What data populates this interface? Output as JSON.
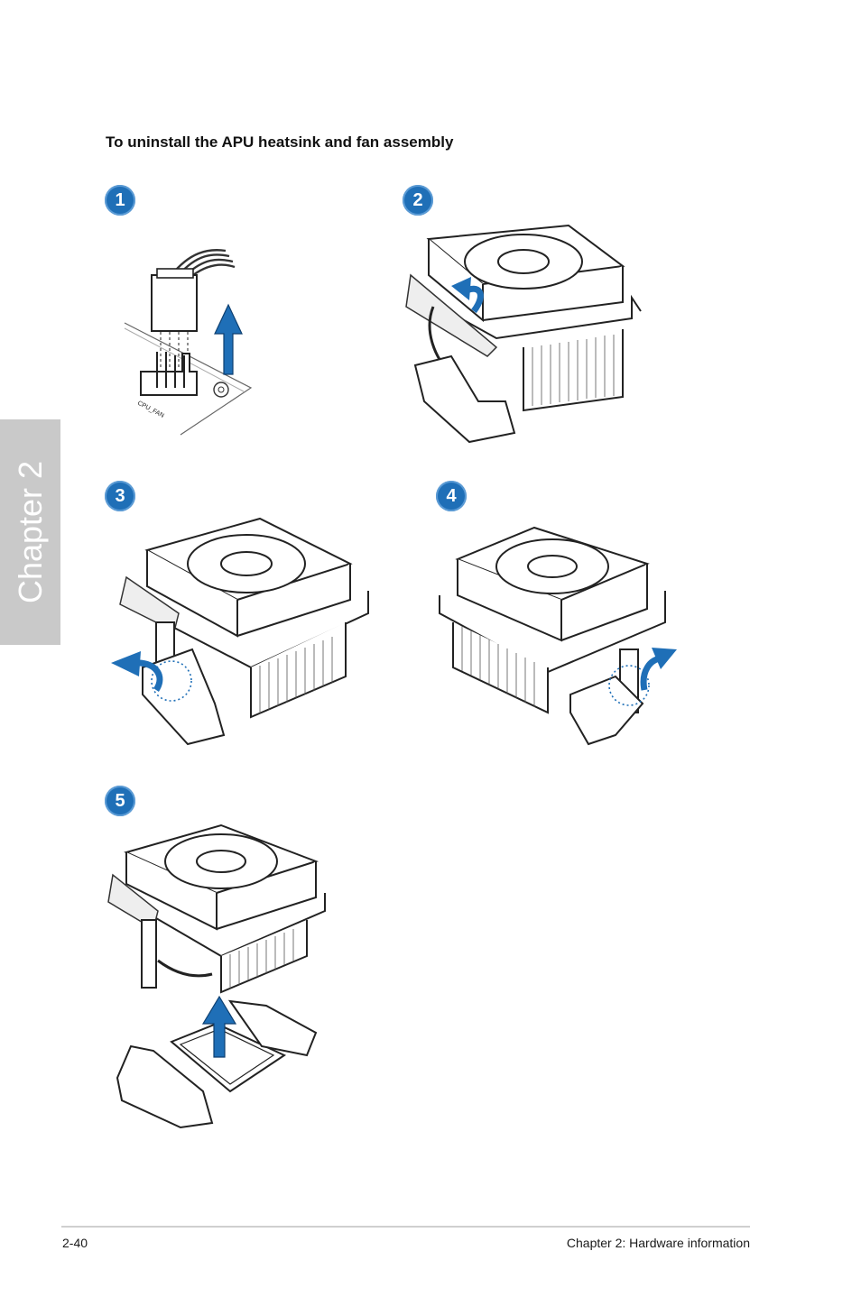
{
  "sidebar": {
    "chapter_label": "Chapter 2"
  },
  "heading": "To uninstall the APU heatsink and fan assembly",
  "steps": [
    {
      "number": "1"
    },
    {
      "number": "2"
    },
    {
      "number": "3"
    },
    {
      "number": "4"
    },
    {
      "number": "5"
    }
  ],
  "connector_label": "CPU_FAN",
  "footer": {
    "page_number": "2-40",
    "chapter_title": "Chapter 2: Hardware information"
  },
  "colors": {
    "accent": "#1f6fb7",
    "tab": "#c9c9c9"
  }
}
